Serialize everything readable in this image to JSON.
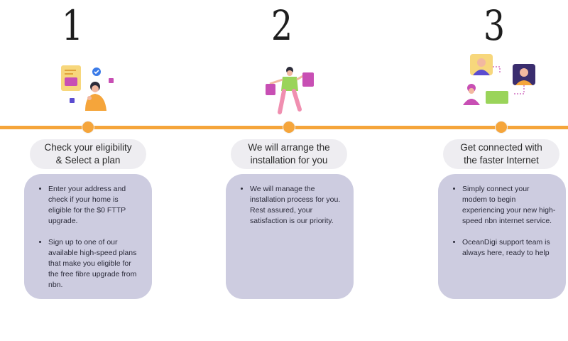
{
  "steps": [
    {
      "number": "1",
      "title_line1": "Check your eligibility",
      "title_line2": "& Select a plan",
      "bullets": [
        "Enter your address and check if your home is eligible for the $0 FTTP upgrade.",
        "Sign up to one of our available high-speed plans that make you eligible for the free fibre upgrade from nbn."
      ]
    },
    {
      "number": "2",
      "title_line1": "We will arrange the",
      "title_line2": "installation for you",
      "bullets": [
        "We will manage the installation process for you. Rest assured, your satisfaction is our priority."
      ]
    },
    {
      "number": "3",
      "title_line1": "Get connected with",
      "title_line2": "the faster Internet",
      "bullets": [
        "Simply connect your modem to begin experiencing your new high-speed nbn internet service.",
        "OceanDigi support team is always here, ready to help"
      ]
    }
  ],
  "colors": {
    "timeline": "#f5a53b",
    "card_bg": "#cdcce0",
    "pill_bg": "#eeedf1",
    "accent_pink": "#c84fb4",
    "accent_green": "#9ad45a"
  },
  "icons": [
    "checklist-person-illustration",
    "shopping-person-illustration",
    "video-call-illustration"
  ]
}
